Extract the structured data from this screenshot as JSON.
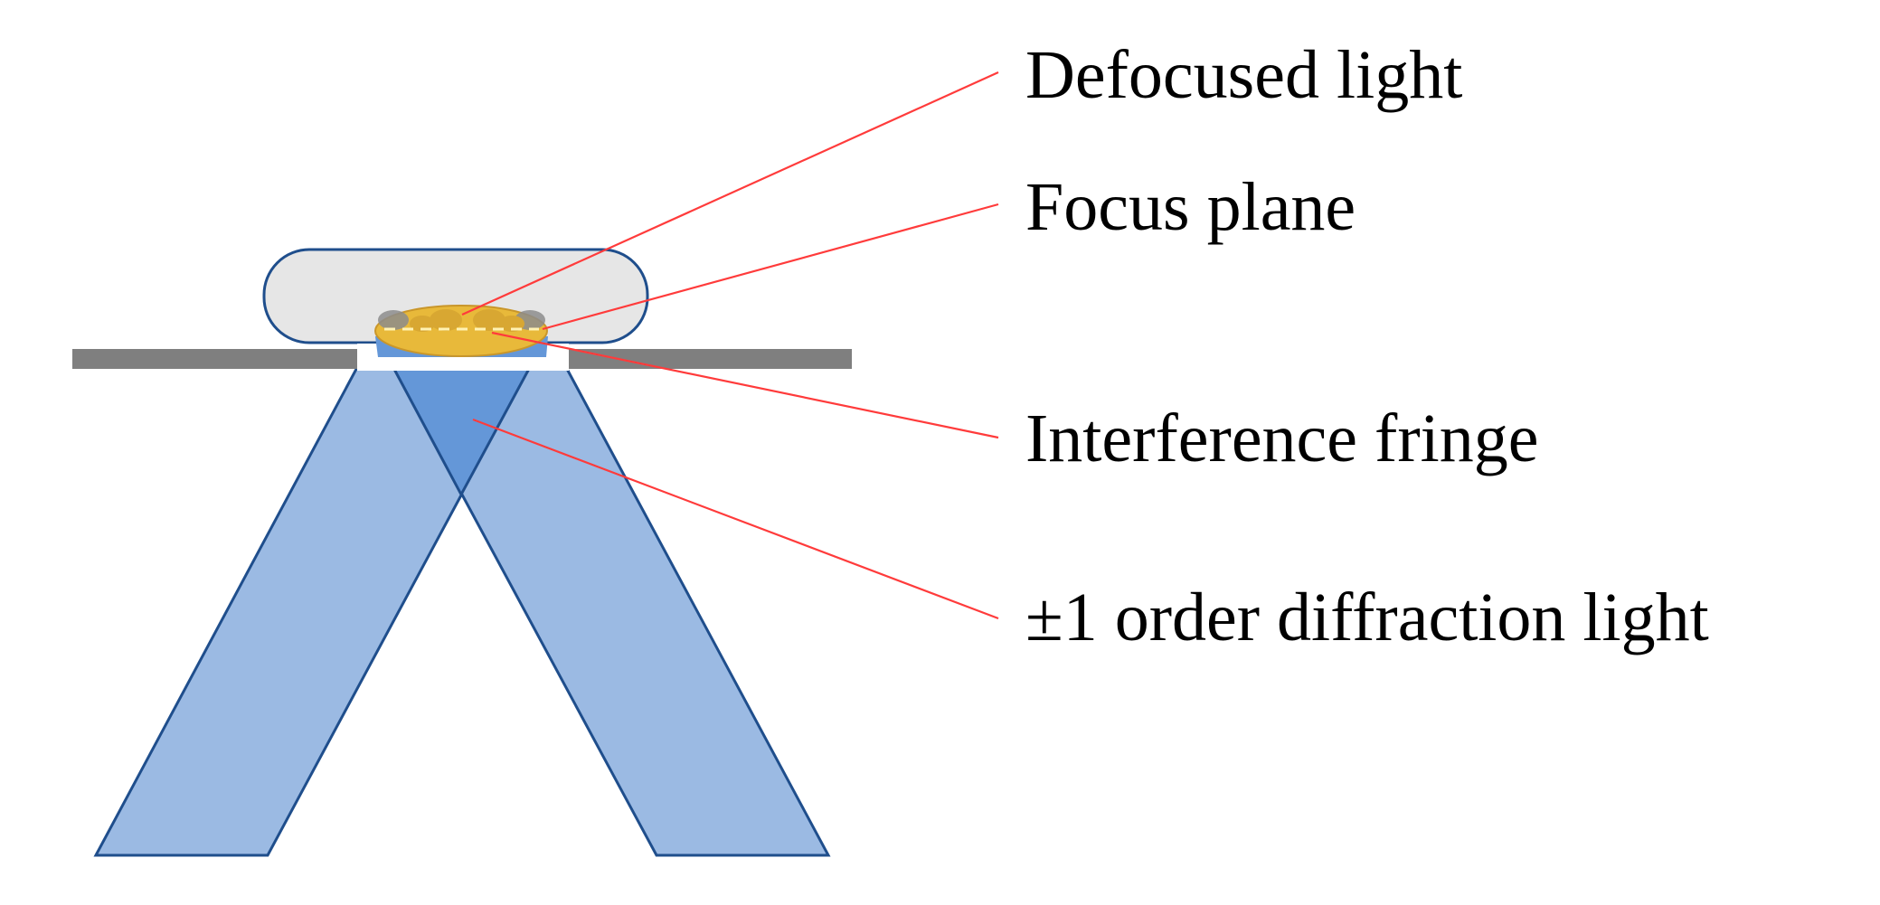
{
  "labels": {
    "defocused_light": "Defocused light",
    "focus_plane": "Focus plane",
    "interference_fringe": "Interference fringe",
    "diffraction_light": "±1 order diffraction light"
  },
  "colors": {
    "beam_fill": "#9BBAE3",
    "beam_overlap_fill": "#6497D8",
    "beam_stroke": "#1F4E8C",
    "cover_fill": "#E6E6E6",
    "cover_stroke": "#1F4E8C",
    "stage": "#7F7F7F",
    "sample_fill": "#E8B93A",
    "sample_stroke": "#C9962A",
    "leader_line": "#FF3B3B"
  }
}
